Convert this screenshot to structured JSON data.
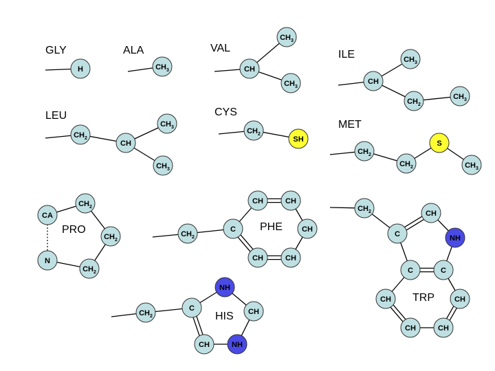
{
  "colors": {
    "carbon": "#bfe0e2",
    "hydrogen": "#bfe0e2",
    "sulfur": "#ffff33",
    "nitrogen": "#4a4ae6"
  },
  "residues": [
    {
      "id": "gly",
      "label": "GLY"
    },
    {
      "id": "ala",
      "label": "ALA"
    },
    {
      "id": "val",
      "label": "VAL"
    },
    {
      "id": "ile",
      "label": "ILE"
    },
    {
      "id": "leu",
      "label": "LEU"
    },
    {
      "id": "cys",
      "label": "CYS"
    },
    {
      "id": "met",
      "label": "MET"
    },
    {
      "id": "pro",
      "label": "PRO"
    },
    {
      "id": "phe",
      "label": "PHE"
    },
    {
      "id": "trp",
      "label": "TRP"
    },
    {
      "id": "his",
      "label": "HIS"
    }
  ],
  "nodes": [
    {
      "id": "gly_h",
      "text": "H",
      "type": "hydrogen"
    },
    {
      "id": "ala_cb",
      "text": "CH",
      "sub": "3",
      "type": "carbon"
    },
    {
      "id": "val_cb",
      "text": "CH",
      "type": "carbon"
    },
    {
      "id": "val_g1",
      "text": "CH",
      "sub": "3",
      "type": "carbon"
    },
    {
      "id": "val_g2",
      "text": "CH",
      "sub": "3",
      "type": "carbon"
    },
    {
      "id": "ile_cb",
      "text": "CH",
      "type": "carbon"
    },
    {
      "id": "ile_g2",
      "text": "CH",
      "sub": "3",
      "type": "carbon"
    },
    {
      "id": "ile_g1",
      "text": "CH",
      "sub": "2",
      "type": "carbon"
    },
    {
      "id": "ile_d1",
      "text": "CH",
      "sub": "3",
      "type": "carbon"
    },
    {
      "id": "leu_cb",
      "text": "CH",
      "sub": "2",
      "type": "carbon"
    },
    {
      "id": "leu_cg",
      "text": "CH",
      "type": "carbon"
    },
    {
      "id": "leu_d1",
      "text": "CH",
      "sub": "3",
      "type": "carbon"
    },
    {
      "id": "leu_d2",
      "text": "CH",
      "sub": "3",
      "type": "carbon"
    },
    {
      "id": "cys_cb",
      "text": "CH",
      "sub": "2",
      "type": "carbon"
    },
    {
      "id": "cys_sg",
      "text": "SH",
      "type": "sulfur"
    },
    {
      "id": "met_cb",
      "text": "CH",
      "sub": "2",
      "type": "carbon"
    },
    {
      "id": "met_cg",
      "text": "CH",
      "sub": "2",
      "type": "carbon"
    },
    {
      "id": "met_sd",
      "text": "S",
      "type": "sulfur"
    },
    {
      "id": "met_ce",
      "text": "CH",
      "sub": "3",
      "type": "carbon"
    },
    {
      "id": "pro_ca",
      "text": "CA",
      "type": "carbon"
    },
    {
      "id": "pro_cb",
      "text": "CH",
      "sub": "2",
      "type": "carbon"
    },
    {
      "id": "pro_cg",
      "text": "CH",
      "sub": "2",
      "type": "carbon"
    },
    {
      "id": "pro_cd",
      "text": "CH",
      "sub": "2",
      "type": "carbon"
    },
    {
      "id": "pro_n",
      "text": "N",
      "type": "carbon"
    },
    {
      "id": "phe_cb",
      "text": "CH",
      "sub": "2",
      "type": "carbon"
    },
    {
      "id": "phe_cg",
      "text": "C",
      "type": "carbon"
    },
    {
      "id": "phe_cd1",
      "text": "CH",
      "type": "carbon"
    },
    {
      "id": "phe_ce1",
      "text": "CH",
      "type": "carbon"
    },
    {
      "id": "phe_cz",
      "text": "CH",
      "type": "carbon"
    },
    {
      "id": "phe_ce2",
      "text": "CH",
      "type": "carbon"
    },
    {
      "id": "phe_cd2",
      "text": "CH",
      "type": "carbon"
    },
    {
      "id": "trp_cb",
      "text": "CH",
      "sub": "2",
      "type": "carbon"
    },
    {
      "id": "trp_cg",
      "text": "C",
      "type": "carbon"
    },
    {
      "id": "trp_cd1",
      "text": "CH",
      "type": "carbon"
    },
    {
      "id": "trp_ne1",
      "text": "NH",
      "type": "nitrogen"
    },
    {
      "id": "trp_cd2",
      "text": "C",
      "type": "carbon"
    },
    {
      "id": "trp_ce2",
      "text": "C",
      "type": "carbon"
    },
    {
      "id": "trp_ce3",
      "text": "CH",
      "type": "carbon"
    },
    {
      "id": "trp_cz2",
      "text": "CH",
      "type": "carbon"
    },
    {
      "id": "trp_cz3",
      "text": "CH",
      "type": "carbon"
    },
    {
      "id": "trp_ch2",
      "text": "CH",
      "type": "carbon"
    },
    {
      "id": "his_cb",
      "text": "CH",
      "sub": "2",
      "type": "carbon"
    },
    {
      "id": "his_cg",
      "text": "C",
      "type": "carbon"
    },
    {
      "id": "his_nd1",
      "text": "NH",
      "type": "nitrogen"
    },
    {
      "id": "his_ce1",
      "text": "CH",
      "type": "carbon"
    },
    {
      "id": "his_ne2",
      "text": "NH",
      "type": "nitrogen"
    },
    {
      "id": "his_cd2",
      "text": "CH",
      "type": "carbon"
    }
  ]
}
